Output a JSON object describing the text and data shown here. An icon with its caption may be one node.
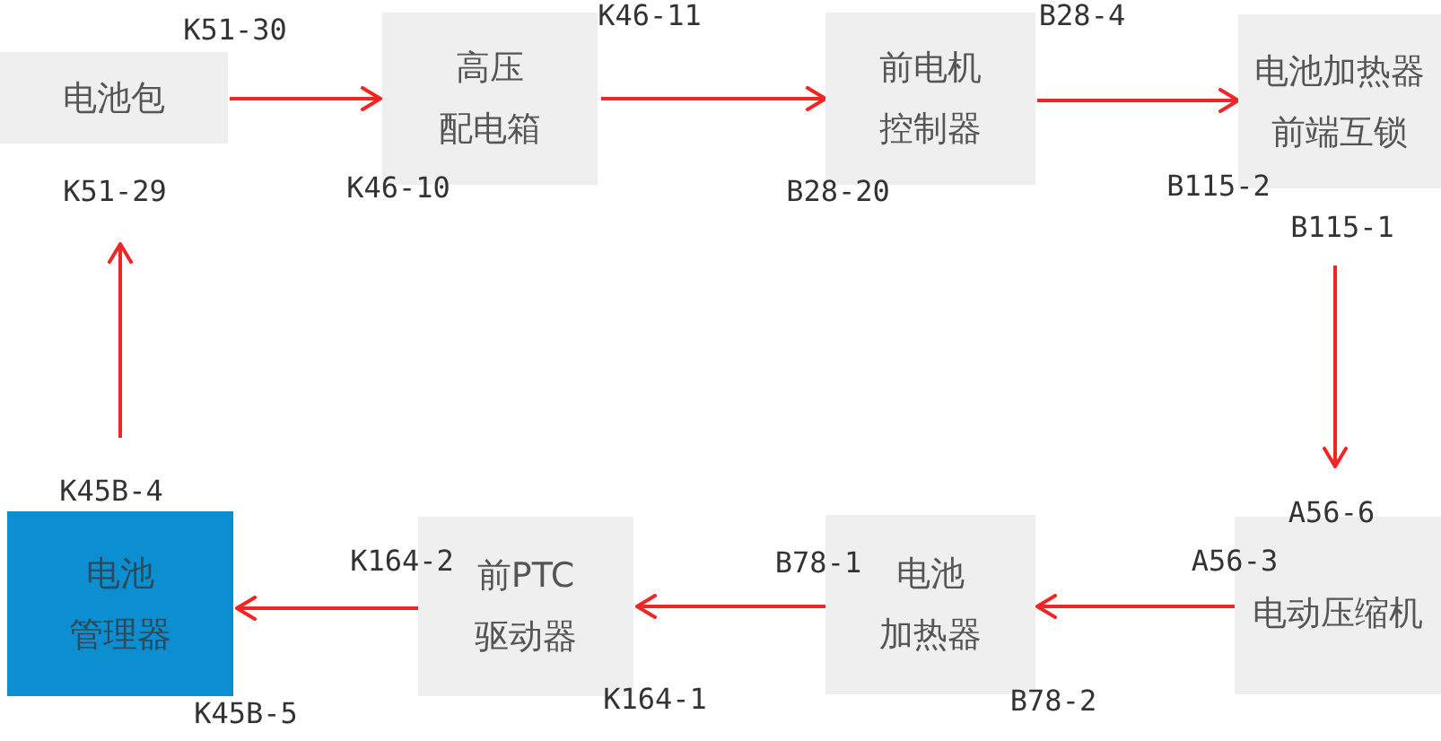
{
  "diagram": {
    "nodes": [
      {
        "text": [
          "电池包"
        ]
      },
      {
        "text": [
          "高压配电箱"
        ]
      },
      {
        "text": [
          "前电机控制器"
        ]
      },
      {
        "text": [
          "电池加热器前端互锁"
        ]
      },
      {
        "text": [
          "电动压缩机"
        ]
      },
      {
        "text": [
          "电池加热器"
        ]
      },
      {
        "text": [
          "前PTC驱动器"
        ]
      },
      {
        "text": [
          "电池管理器"
        ]
      }
    ],
    "edges": [
      {
        "from": 0,
        "to": 1,
        "arrow": "to"
      },
      {
        "from": 1,
        "to": 2,
        "arrow": "to"
      },
      {
        "from": 2,
        "to": 3,
        "arrow": "to"
      },
      {
        "from": 3,
        "to": 4,
        "arrow": "to"
      },
      {
        "from": 4,
        "to": 5,
        "arrow": "to"
      },
      {
        "from": 5,
        "to": 6,
        "arrow": "to"
      },
      {
        "from": 6,
        "to": 7,
        "arrow": "to"
      },
      {
        "from": 7,
        "to": 0,
        "arrow": "to"
      }
    ],
    "labels": [
      "K51-30",
      "K46-11",
      "B28-4",
      "K51-29",
      "K46-10",
      "B28-20",
      "B115-2",
      "B115-1",
      "K45B-4",
      "A56-6",
      "K164-2",
      "B78-1",
      "A56-3",
      "K45B-5",
      "K164-1",
      "B78-2"
    ]
  }
}
